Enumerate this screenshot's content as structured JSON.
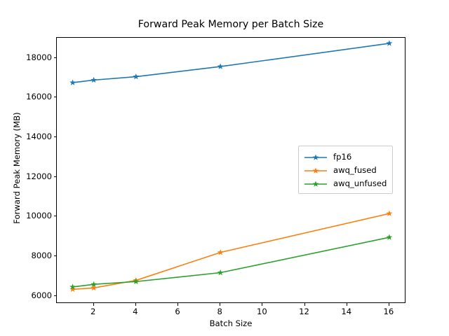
{
  "chart_data": {
    "type": "line",
    "title": "Forward Peak Memory per Batch Size",
    "xlabel": "Batch Size",
    "ylabel": "Forward Peak Memory (MB)",
    "x": [
      1,
      2,
      4,
      8,
      16
    ],
    "xlim": [
      0.25,
      16.8
    ],
    "ylim": [
      5600,
      19010
    ],
    "xticks": [
      2,
      4,
      6,
      8,
      10,
      12,
      14,
      16
    ],
    "xtick_labels": [
      "2",
      "4",
      "6",
      "8",
      "10",
      "12",
      "14",
      "16"
    ],
    "yticks": [
      6000,
      8000,
      10000,
      12000,
      14000,
      16000,
      18000
    ],
    "ytick_labels": [
      "6000",
      "8000",
      "10000",
      "12000",
      "14000",
      "16000",
      "18000"
    ],
    "grid": false,
    "legend_position": "center right",
    "marker": "star",
    "series": [
      {
        "name": "fp16",
        "color": "#1f77b4",
        "values": [
          16750,
          16880,
          17050,
          17560,
          18730
        ]
      },
      {
        "name": "awq_fused",
        "color": "#ff7f0e",
        "values": [
          6330,
          6400,
          6780,
          8190,
          10150
        ]
      },
      {
        "name": "awq_unfused",
        "color": "#2ca02c",
        "values": [
          6450,
          6580,
          6720,
          7170,
          8950
        ]
      }
    ]
  },
  "figure": {
    "background": "#ffffff",
    "axis_color": "#000000"
  }
}
